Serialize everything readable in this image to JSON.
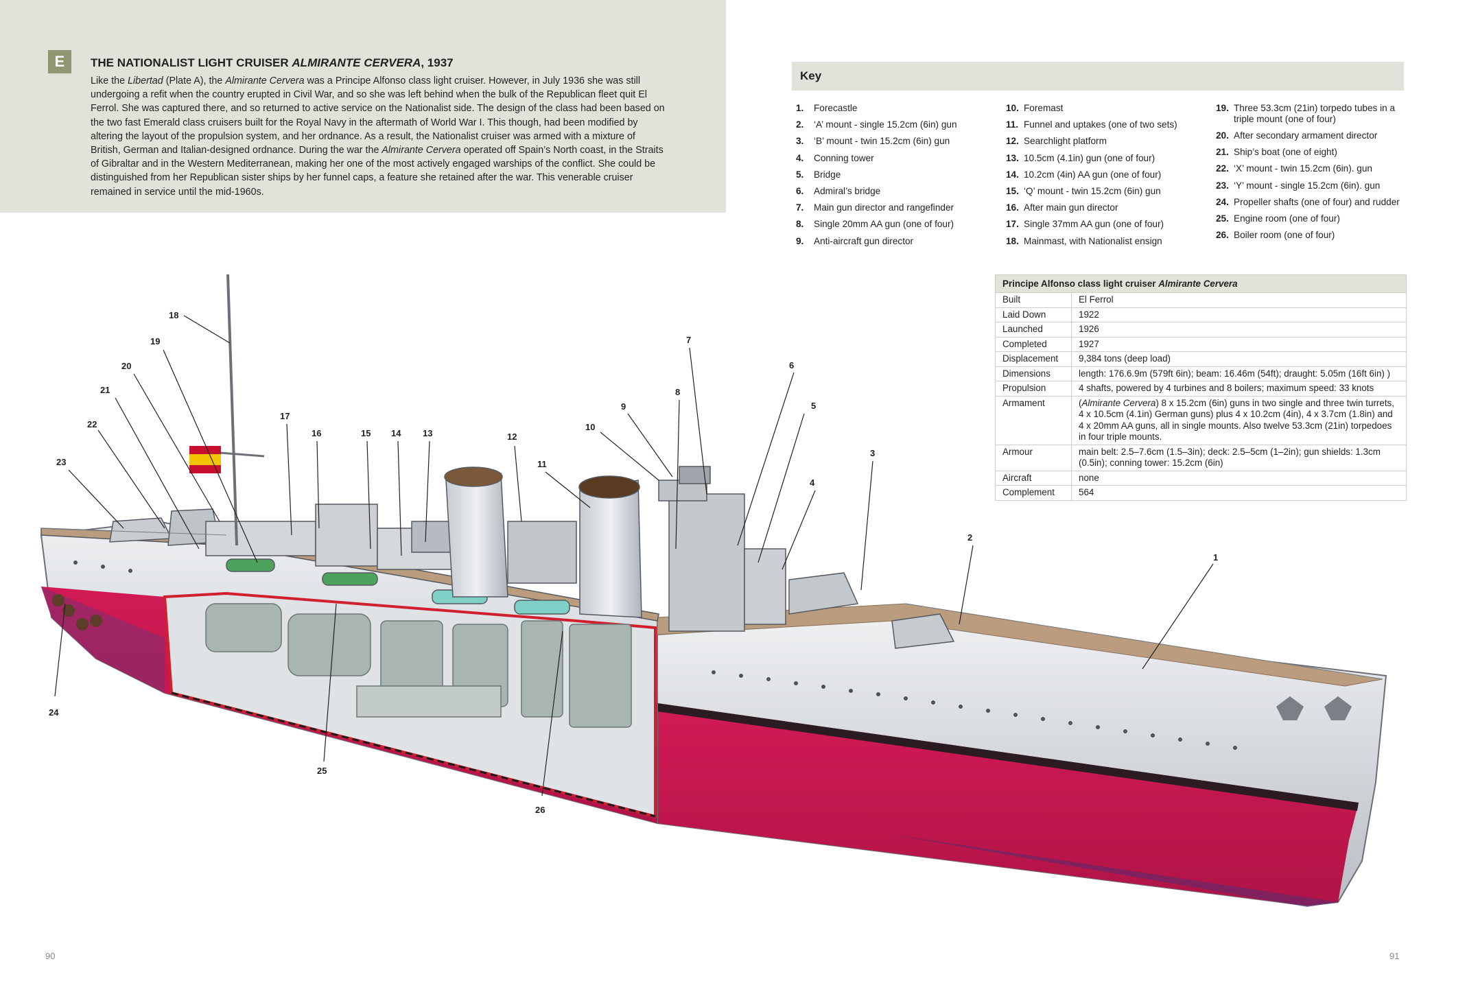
{
  "plate": {
    "letter": "E",
    "title_prefix": "THE NATIONALIST LIGHT CRUISER ",
    "title_ship": "ALMIRANTE CERVERA",
    "title_suffix": ", 1937",
    "body": [
      {
        "t": "Like the "
      },
      {
        "t": "Libertad",
        "i": true
      },
      {
        "t": " (Plate A), the "
      },
      {
        "t": "Almirante Cervera",
        "i": true
      },
      {
        "t": " was a Principe Alfonso class light cruiser. However, in July 1936 she was still undergoing a refit when the country erupted in Civil War, and so she was left behind when the bulk of the Republican fleet quit El Ferrol. She was captured there, and so returned to active service on the Nationalist side. The design of the class had been based on the two fast Emerald class cruisers built for the Royal Navy in the aftermath of World War I. This though, had been modified by altering the layout of the propulsion system, and her ordnance. As a result, the Nationalist cruiser was armed with a mixture of British, German and Italian-designed ordnance. During the war the "
      },
      {
        "t": "Almirante Cervera",
        "i": true
      },
      {
        "t": " operated off Spain’s North coast, in the Straits of Gibraltar and in the Western Mediterranean, making her one of the most actively engaged warships of the conflict. She could be distinguished from her Republican sister ships by her funnel caps, a feature she retained after the war. This venerable cruiser remained in service until the mid-1960s."
      }
    ]
  },
  "key": {
    "title": "Key",
    "items": [
      {
        "n": "1.",
        "label": "Forecastle"
      },
      {
        "n": "2.",
        "label": "‘A’ mount - single 15.2cm (6in) gun"
      },
      {
        "n": "3.",
        "label": "‘B’ mount - twin 15.2cm (6in) gun"
      },
      {
        "n": "4.",
        "label": "Conning tower"
      },
      {
        "n": "5.",
        "label": "Bridge"
      },
      {
        "n": "6.",
        "label": "Admiral’s bridge"
      },
      {
        "n": "7.",
        "label": "Main gun director and rangefinder"
      },
      {
        "n": "8.",
        "label": "Single 20mm AA gun (one of four)"
      },
      {
        "n": "9.",
        "label": "Anti-aircraft gun director"
      },
      {
        "n": "10.",
        "label": "Foremast"
      },
      {
        "n": "11.",
        "label": "Funnel and uptakes (one of two sets)"
      },
      {
        "n": "12.",
        "label": "Searchlight platform"
      },
      {
        "n": "13.",
        "label": "10.5cm (4.1in) gun (one of four)"
      },
      {
        "n": "14.",
        "label": "10.2cm (4in) AA gun (one of four)"
      },
      {
        "n": "15.",
        "label": "‘Q’ mount - twin 15.2cm (6in) gun"
      },
      {
        "n": "16.",
        "label": "After main gun director"
      },
      {
        "n": "17.",
        "label": "Single 37mm AA gun (one of four)"
      },
      {
        "n": "18.",
        "label": "Mainmast, with Nationalist ensign"
      },
      {
        "n": "19.",
        "label": "Three 53.3cm (21in) torpedo tubes in a triple mount (one of four)"
      },
      {
        "n": "20.",
        "label": "After secondary armament director"
      },
      {
        "n": "21.",
        "label": "Ship’s boat (one of eight)"
      },
      {
        "n": "22.",
        "label": "‘X’ mount - twin 15.2cm (6in). gun"
      },
      {
        "n": "23.",
        "label": "‘Y’ mount - single 15.2cm (6in). gun"
      },
      {
        "n": "24.",
        "label": "Propeller shafts (one of four) and rudder"
      },
      {
        "n": "25.",
        "label": "Engine room (one of four)"
      },
      {
        "n": "26.",
        "label": "Boiler room (one of four)"
      }
    ]
  },
  "specs": {
    "title_prefix": "Principe Alfonso class light cruiser ",
    "title_ship": "Almirante Cervera",
    "rows": [
      {
        "label": "Built",
        "value": "El Ferrol"
      },
      {
        "label": "Laid Down",
        "value": "1922"
      },
      {
        "label": "Launched",
        "value": "1926"
      },
      {
        "label": "Completed",
        "value": "1927"
      },
      {
        "label": "Displacement",
        "value": "9,384 tons (deep load)"
      },
      {
        "label": "Dimensions",
        "value": "length: 176.6.9m (579ft 6in); beam: 16.46m (54ft); draught: 5.05m (16ft 6in) )"
      },
      {
        "label": "Propulsion",
        "value": "4 shafts, powered by 4 turbines and 8 boilers; maximum speed: 33 knots"
      },
      {
        "label": "Armament",
        "value_italic": "Almirante Cervera",
        "value": ") 8 x 15.2cm (6in) guns in two single and three twin turrets, 4 x 10.5cm (4.1in) German guns) plus 4 x 10.2cm (4in), 4 x 3.7cm (1.8in) and 4 x 20mm AA guns, all in single mounts. Also twelve 53.3cm (21in) torpedoes in four triple mounts."
      },
      {
        "label": "Armour",
        "value": "main belt: 2.5–7.6cm (1.5–3in); deck: 2.5–5cm (1–2in); gun shields: 1.3cm (0.5in); conning tower: 15.2cm (6in)"
      },
      {
        "label": "Aircraft",
        "value": "none"
      },
      {
        "label": "Complement",
        "value": "564"
      }
    ]
  },
  "callouts": [
    "1",
    "2",
    "3",
    "4",
    "5",
    "6",
    "7",
    "8",
    "9",
    "10",
    "11",
    "12",
    "13",
    "14",
    "15",
    "16",
    "17",
    "18",
    "19",
    "20",
    "21",
    "22",
    "23",
    "24",
    "25",
    "26"
  ],
  "folios": {
    "left": "90",
    "right": "91"
  }
}
